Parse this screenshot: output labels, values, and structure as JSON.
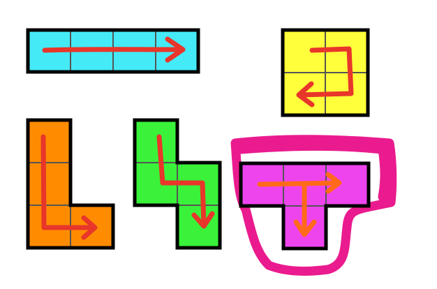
{
  "colors": {
    "background": "#ffffff",
    "outline": "#000000",
    "grid_line": "#555555",
    "arrow": "#e8362a",
    "arrow_orange": "#ff6a1a",
    "highlight": "#ea1b8e"
  },
  "pieces": [
    {
      "id": "I",
      "name": "i-tetromino",
      "fill": "#45eaf7",
      "arrow": "right-arrow"
    },
    {
      "id": "O",
      "name": "o-tetromino",
      "fill": "#ffff3b",
      "arrow": "hook-arrow"
    },
    {
      "id": "L",
      "name": "l-tetromino",
      "fill": "#ff8c00",
      "arrow": "down-right-arrow"
    },
    {
      "id": "S",
      "name": "s-tetromino",
      "fill": "#39f239",
      "arrow": "down-right-down-arrow"
    },
    {
      "id": "T",
      "name": "t-tetromino",
      "fill": "#ee44ee",
      "arrow": "branch-arrow",
      "highlighted": true
    }
  ]
}
